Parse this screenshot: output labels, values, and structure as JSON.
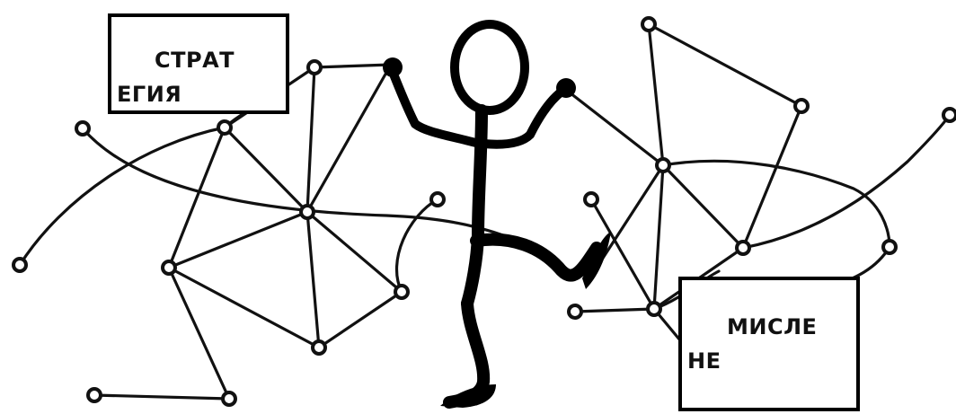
{
  "labels": {
    "left": {
      "line1": "СТРАТ",
      "line2": "ЕГИЯ"
    },
    "right": {
      "line1": "МИСЛЕ",
      "line2": "НЕ"
    }
  },
  "colors": {
    "ink": "#000000",
    "paper": "#ffffff"
  }
}
